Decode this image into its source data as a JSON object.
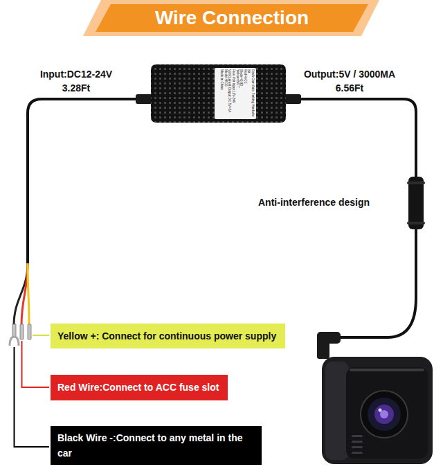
{
  "diagram": {
    "title": "Wire Connection",
    "nodes": [
      {
        "text": [
          "Dash Cam Auto Parking Hardwire Kit",
          "Red=ACC",
          "Black=GND",
          "Yellow=BATT",
          "Free Volt Input:12V-24V",
          "Volt/Current Output:DC 5V=3A",
          "Model:H516",
          "Made in China"
        ]
      },
      {
        "text": [
          "Yellow +: Connect for continuous power supply"
        ]
      },
      {
        "text": [
          "Red Wire:Connect to ACC fuse slot"
        ]
      },
      {
        "text": [
          "Black Wire -:Connect to any metal in the car"
        ]
      }
    ],
    "labels": [
      "Input:DC12-24V",
      "3.28Ft",
      "Output:5V / 3000MA",
      "6.56Ft",
      "Anti-interference design"
    ]
  }
}
